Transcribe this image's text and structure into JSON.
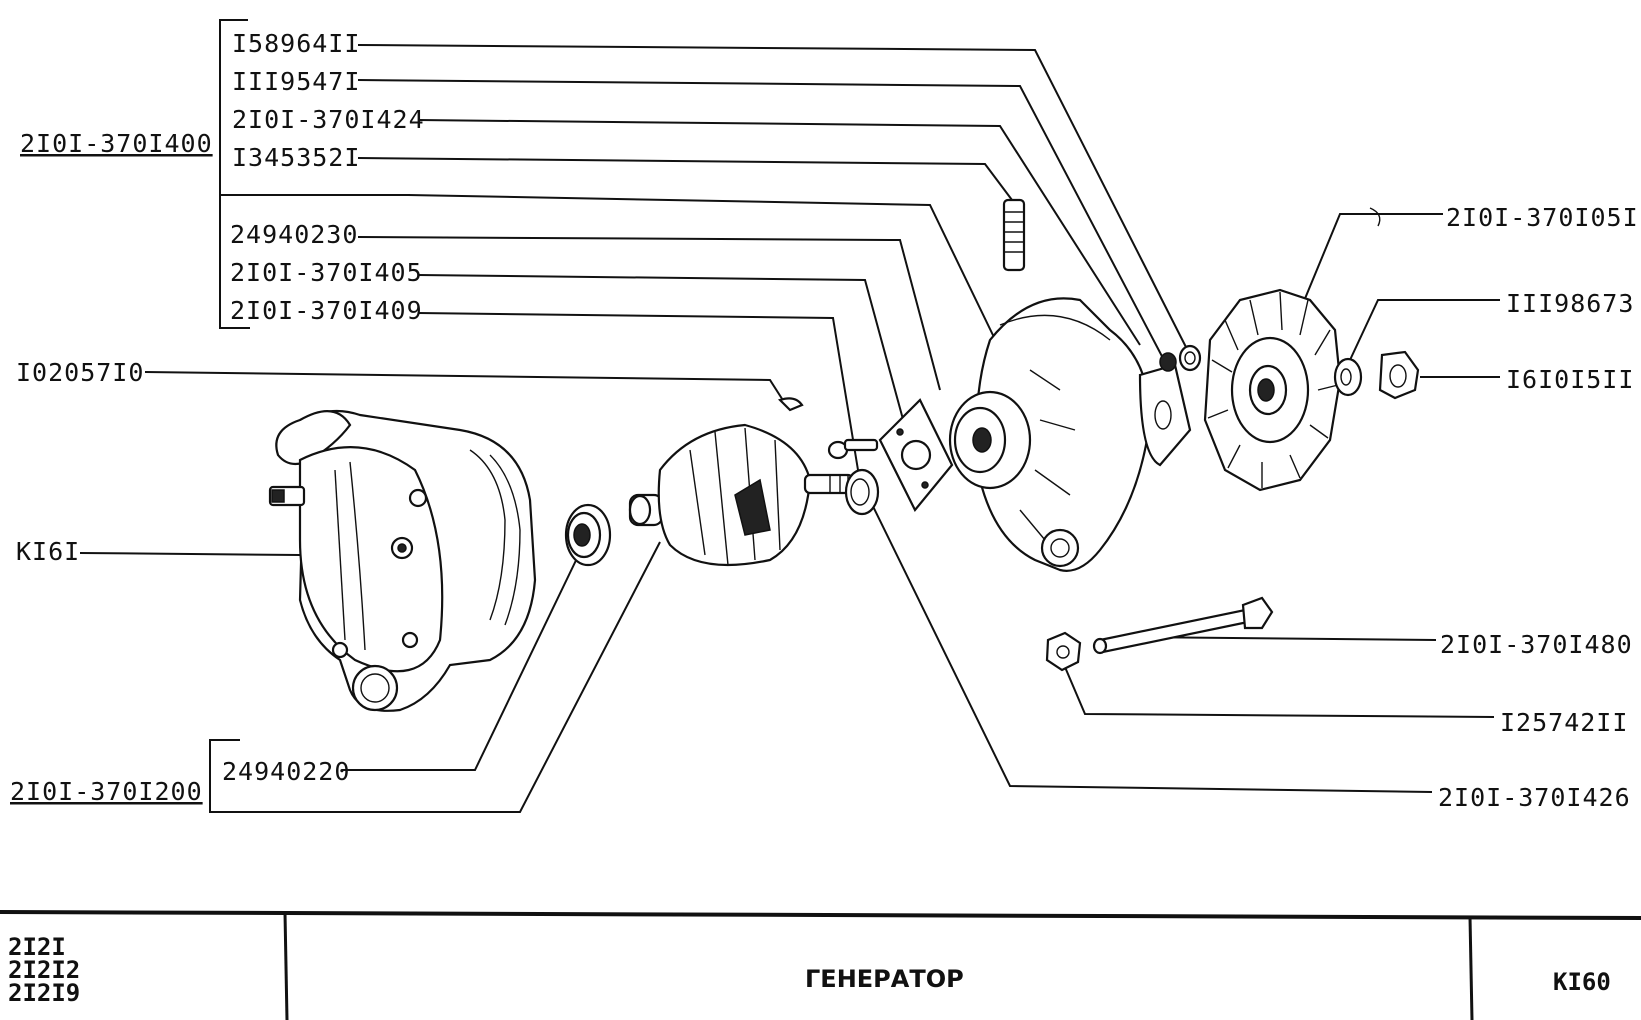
{
  "diagram": {
    "groups": {
      "rear_cover_group": "2I0I-370I400",
      "rotor_group": "2I0I-370I200"
    },
    "parts": {
      "p1": "I58964II",
      "p2": "III9547I",
      "p3": "2I0I-370I424",
      "p4": "I345352I",
      "p5": "24940230",
      "p6": "2I0I-370I405",
      "p7": "2I0I-370I409",
      "p8": "I02057I0",
      "p9": "KI6I",
      "p10": "24940220",
      "p11": "2I0I-370I05I",
      "p12": "III98673",
      "p13": "I6I0I5II",
      "p14": "2I0I-370I480",
      "p15": "I25742II",
      "p16": "2I0I-370I426"
    }
  },
  "footer": {
    "models": [
      "2I2I",
      "2I2I2",
      "2I2I9"
    ],
    "title": "ГЕНЕРАТОР",
    "page_code": "KI60"
  }
}
